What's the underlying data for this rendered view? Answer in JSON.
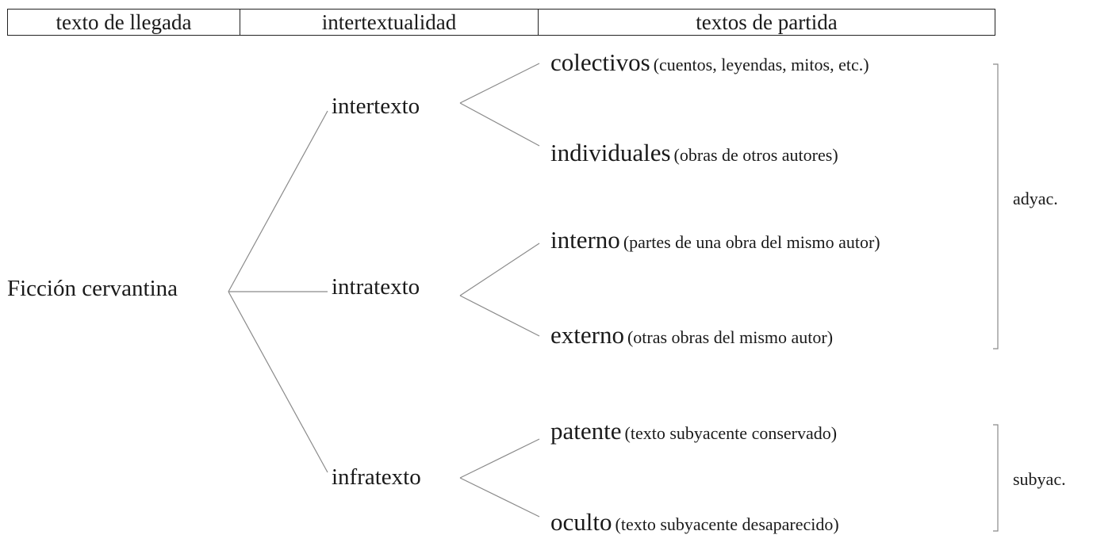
{
  "header": {
    "col1": "texto de llegada",
    "col2": "intertextualidad",
    "col3": "textos de partida"
  },
  "root": {
    "label": "Ficción cervantina"
  },
  "branches": [
    {
      "label": "intertexto",
      "leaves": [
        {
          "term": "colectivos",
          "desc": "(cuentos, leyendas, mitos, etc.)"
        },
        {
          "term": "individuales",
          "desc": "(obras de otros autores)"
        }
      ]
    },
    {
      "label": "intratexto",
      "leaves": [
        {
          "term": "interno",
          "desc": "(partes de una obra del mismo autor)"
        },
        {
          "term": "externo",
          "desc": "(otras obras del mismo autor)"
        }
      ]
    },
    {
      "label": "infratexto",
      "leaves": [
        {
          "term": "patente",
          "desc": "(texto subyacente conservado)"
        },
        {
          "term": "oculto",
          "desc": "(texto subyacente desaparecido)"
        }
      ]
    }
  ],
  "groups": {
    "adyacente": "adyac.",
    "subyacente": "subyac."
  }
}
